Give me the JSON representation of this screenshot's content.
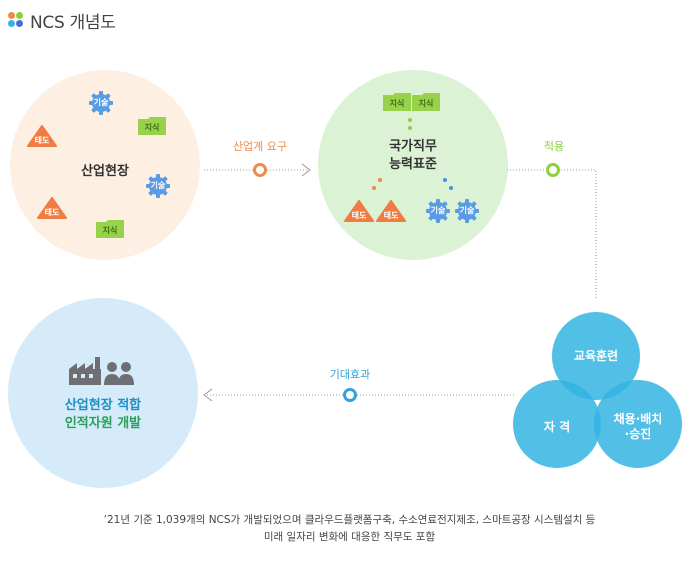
{
  "header": {
    "title": "NCS 개념도"
  },
  "field": {
    "label": "산업현장",
    "skill_label": "기술",
    "knowledge_label": "지식",
    "attitude_label": "태도"
  },
  "ncs": {
    "line1": "국가직무",
    "line2": "능력표준",
    "skill_label": "기술",
    "knowledge_label": "지식",
    "attitude_label": "태도"
  },
  "connectors": {
    "demand": "산업계 요구",
    "apply": "적용",
    "effect": "기대효과"
  },
  "goal": {
    "line1": "산업현장 적합",
    "line2": "인적자원 개발"
  },
  "venn": {
    "training": "교육훈련",
    "qualification": "자 격",
    "employment_line1": "채용·배치",
    "employment_line2": "·승진"
  },
  "note": {
    "line1": "’21년 기준 1,039개의 NCS가 개발되었으며 클라우드플랫폼구축, 수소연료전지제조, 스마트공장 시스템설치 등",
    "line2": "미래 일자리 변화에 대응한 직무도 포함"
  },
  "colors": {
    "orange": "#f08a4b",
    "green": "#8ccf3f",
    "blue": "#4a90e2",
    "teal": "#34b4e2"
  }
}
